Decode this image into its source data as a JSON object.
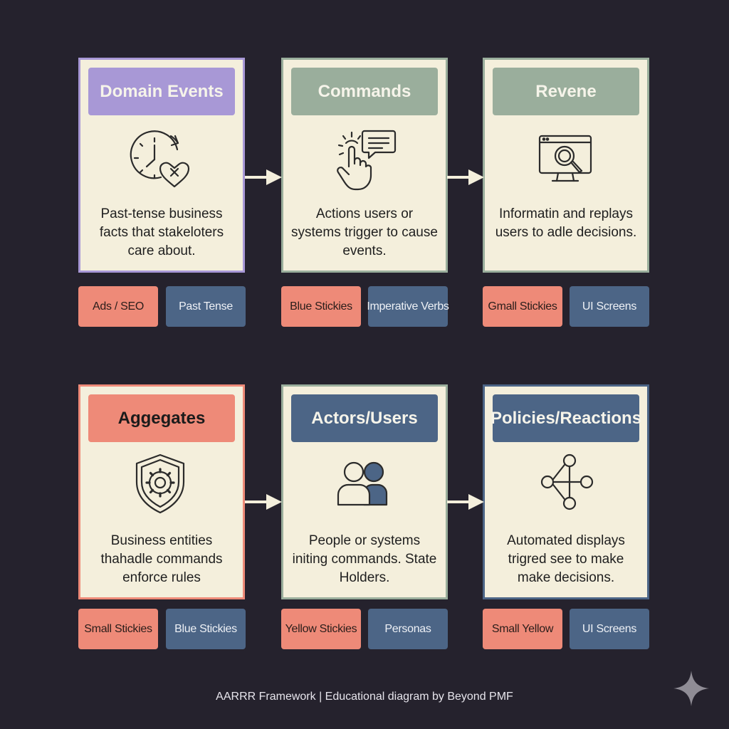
{
  "cards": [
    {
      "title": "Domain Events",
      "icon": "clock-heart-icon",
      "description": "Past-tense business facts that stakeloters care about.",
      "tags": [
        "Ads / SEO",
        "Past Tense"
      ],
      "colors": {
        "border": "#a898d6",
        "title_bg": "#a898d6",
        "title_text": "#f6f4ea"
      }
    },
    {
      "title": "Commands",
      "icon": "hand-tap-chat-icon",
      "description": "Actions users or systems trigger to cause events.",
      "tags": [
        "Blue Stickies",
        "Imperative Verbs"
      ],
      "colors": {
        "border": "#9aae9c",
        "title_bg": "#9aae9c",
        "title_text": "#f6f4ea"
      }
    },
    {
      "title": "Revene",
      "icon": "monitor-search-icon",
      "description": "Informatin and replays users to adle decisions.",
      "tags": [
        "Gmall Stickies",
        "UI Screens"
      ],
      "colors": {
        "border": "#9aae9c",
        "title_bg": "#9aae9c",
        "title_text": "#f6f4ea"
      }
    },
    {
      "title": "Aggegates",
      "icon": "shield-gear-icon",
      "description": "Business entities thahadle commands enforce rules",
      "tags": [
        "Small Stickies",
        "Blue Stickies"
      ],
      "colors": {
        "border": "#ee8a78",
        "title_bg": "#ee8a78",
        "title_text": "#1b1b1b"
      }
    },
    {
      "title": "Actors/Users",
      "icon": "users-icon",
      "description": "People or systems initing commands. State Holders.",
      "tags": [
        "Yellow Stickies",
        "Personas"
      ],
      "colors": {
        "border": "#9aae9c",
        "title_bg": "#4c6586",
        "title_text": "#f6f4ea"
      }
    },
    {
      "title": "Policies/Reactions",
      "icon": "share-nodes-icon",
      "description": "Automated displays trigred see to make make decisions.",
      "tags": [
        "Small Yellow",
        "UI Screens"
      ],
      "colors": {
        "border": "#4c6586",
        "title_bg": "#4c6586",
        "title_text": "#f6f4ea"
      }
    }
  ],
  "footer": "AARRR Framework | Educational diagram by Beyond PMF",
  "logo": "sparkle-icon",
  "colors": {
    "background": "#25222d",
    "card_bg": "#f4efdc",
    "arrow": "#f4efdc",
    "tag_red": "#ee8a78",
    "tag_blue": "#4c6586"
  }
}
